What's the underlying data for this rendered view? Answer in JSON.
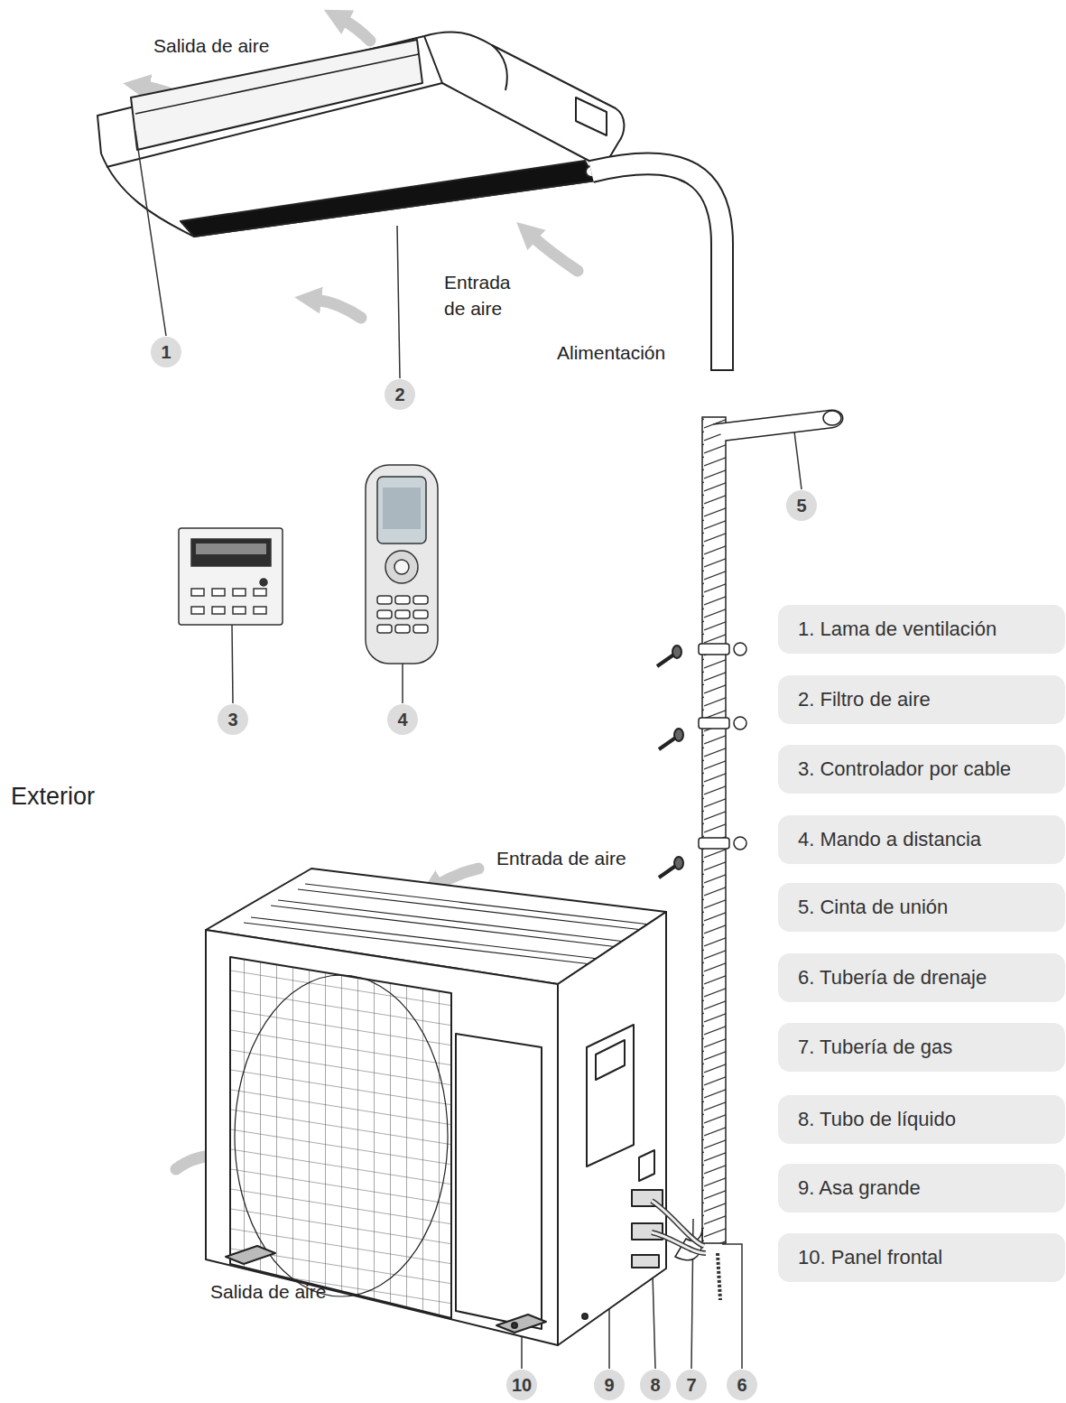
{
  "diagram": {
    "nodes": [
      {
        "text": [
          "1"
        ]
      },
      {
        "text": [
          "2"
        ]
      },
      {
        "text": [
          "5"
        ]
      },
      {
        "text": [
          "3"
        ]
      },
      {
        "text": [
          "4"
        ]
      },
      {
        "text": [
          "10"
        ]
      },
      {
        "text": [
          "9"
        ]
      },
      {
        "text": [
          "8"
        ]
      },
      {
        "text": [
          "7"
        ]
      },
      {
        "text": [
          "6"
        ]
      },
      {
        "text": [
          "1. Lama de ventilación"
        ]
      },
      {
        "text": [
          "2. Filtro de aire"
        ]
      },
      {
        "text": [
          "3. Controlador por cable"
        ]
      },
      {
        "text": [
          "4. Mando a distancia"
        ]
      },
      {
        "text": [
          "5. Cinta de unión"
        ]
      },
      {
        "text": [
          "6. Tubería de drenaje"
        ]
      },
      {
        "text": [
          "7. Tubería de gas"
        ]
      },
      {
        "text": [
          "8. Tubo de líquido"
        ]
      },
      {
        "text": [
          "9. Asa grande"
        ]
      },
      {
        "text": [
          "10. Panel frontal"
        ]
      }
    ],
    "labels": [
      "Salida de aire",
      "Entrada de aire",
      "Alimentación",
      "Exterior",
      "Entrada de aire",
      "Salida de aire"
    ]
  }
}
